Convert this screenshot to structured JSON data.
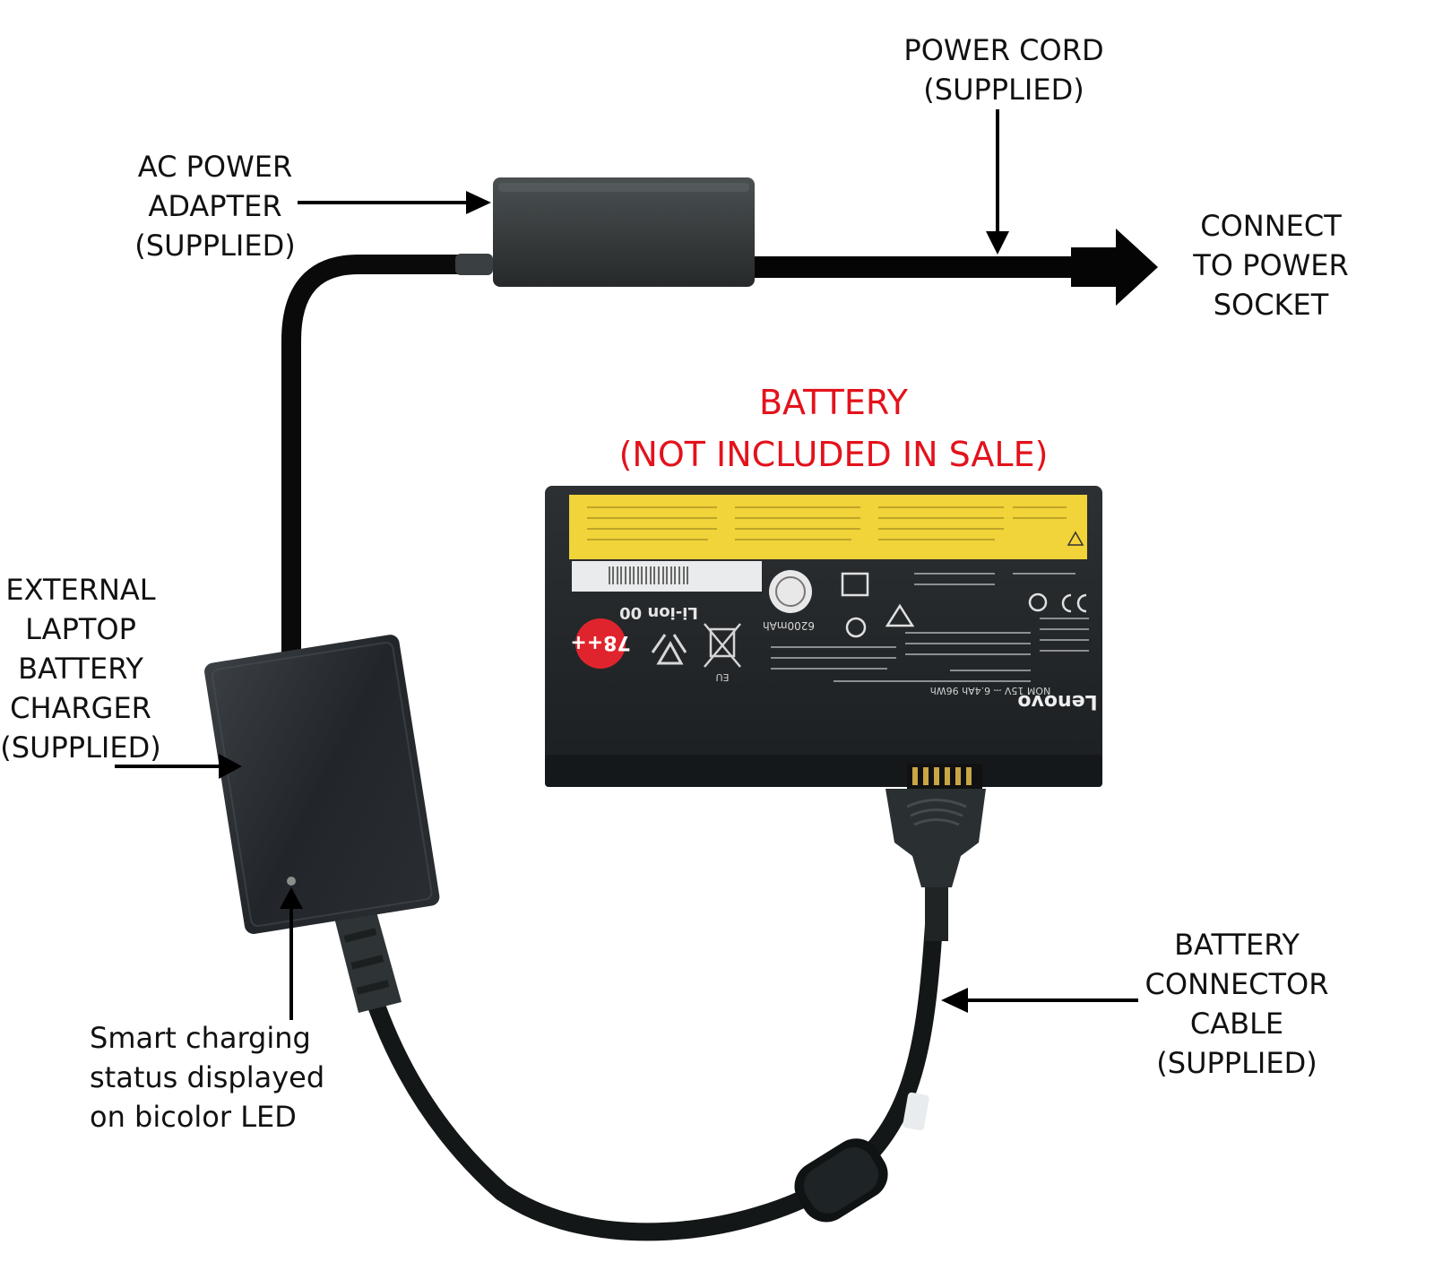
{
  "labels": {
    "power_cord": [
      "POWER CORD",
      "(SUPPLIED)"
    ],
    "ac_adapter": [
      "AC POWER",
      "ADAPTER",
      "(SUPPLIED)"
    ],
    "power_socket": [
      "CONNECT",
      "TO POWER",
      "SOCKET"
    ],
    "battery": [
      "BATTERY",
      "(NOT INCLUDED IN SALE)"
    ],
    "charger": [
      "EXTERNAL",
      "LAPTOP",
      "BATTERY",
      "CHARGER",
      "(SUPPLIED)"
    ],
    "led": [
      "Smart charging",
      "status displayed",
      "on bicolor LED"
    ],
    "connector_cable": [
      "BATTERY",
      "CONNECTOR",
      "CABLE",
      "(SUPPLIED)"
    ]
  },
  "battery_printing": {
    "brand": "Lenovo",
    "type": "Li-ion 00",
    "badge": "78++",
    "capacity": "6200mAh",
    "nominal": "NOM 15V ⎓ 6.4Ah 96Wh",
    "eu": "EU"
  },
  "colors": {
    "label_text": "#111111",
    "highlight_text": "#e3121b",
    "device_dark": "#2b2f31",
    "cable": "#0a0a0a",
    "battery_warning_band": "#f1d33a",
    "badge_red": "#e0242d"
  }
}
